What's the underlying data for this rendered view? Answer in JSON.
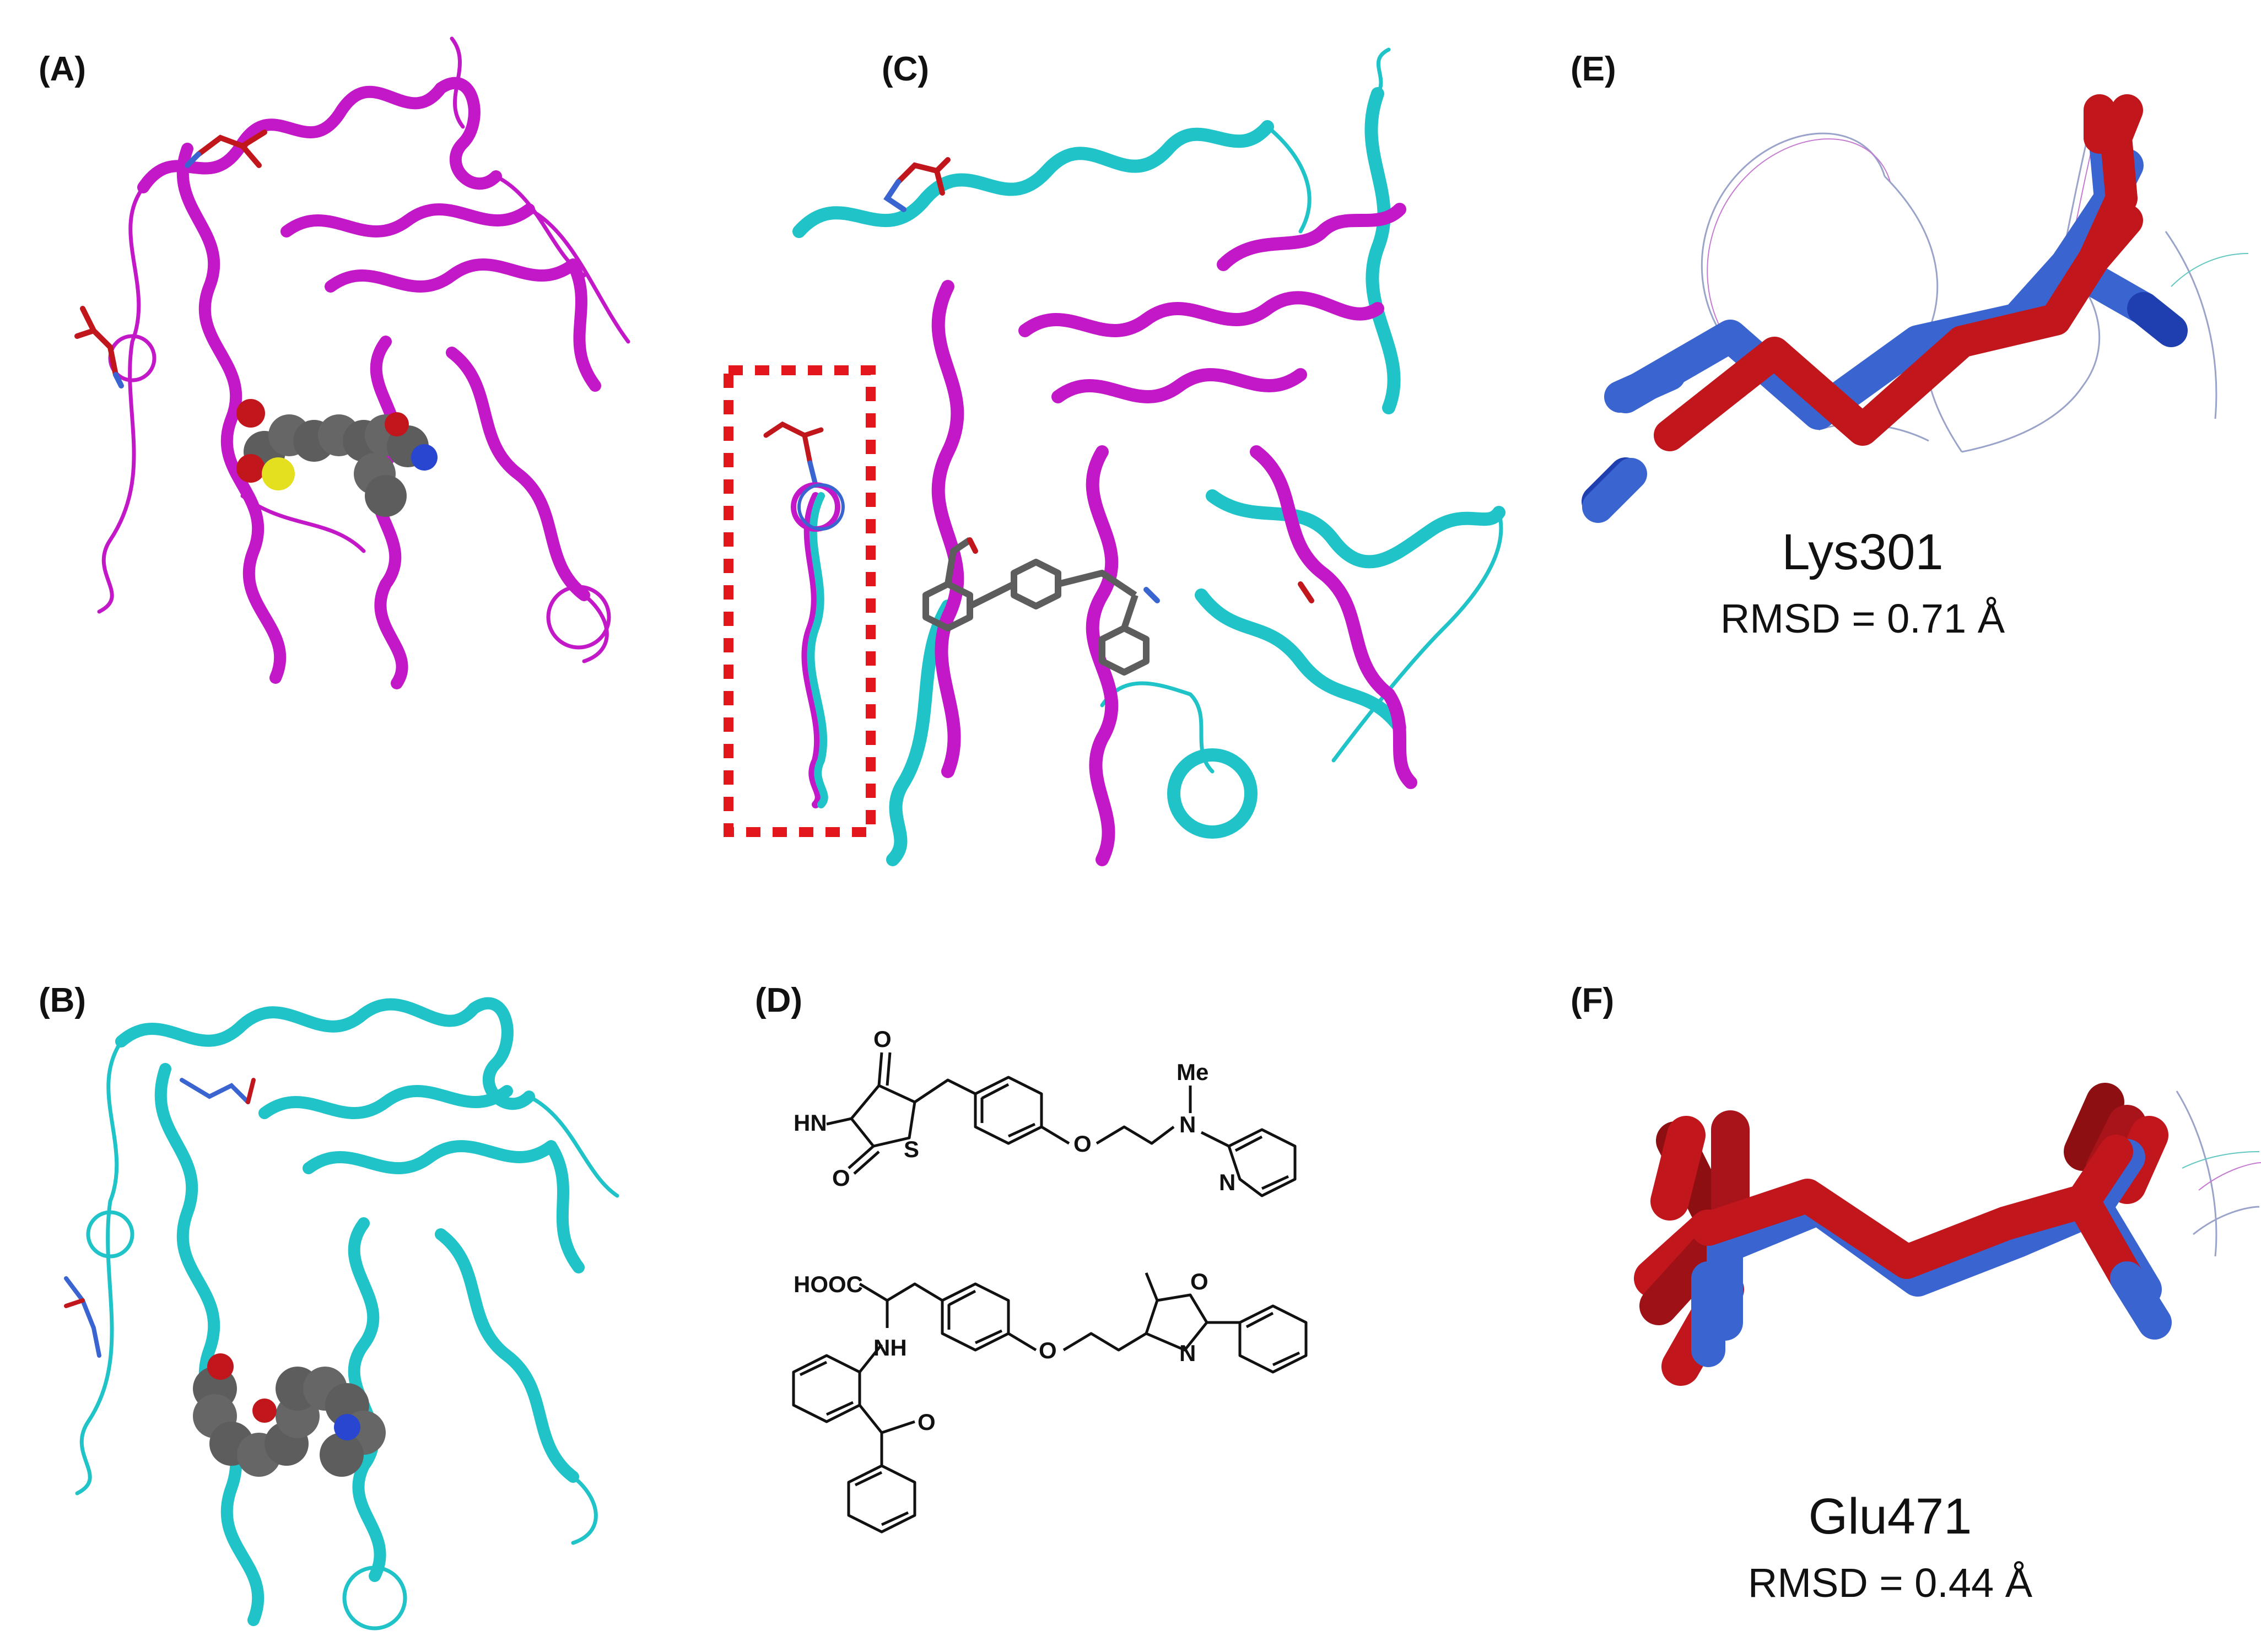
{
  "figure": {
    "panels": [
      {
        "id": "A",
        "label": "(A)"
      },
      {
        "id": "B",
        "label": "(B)"
      },
      {
        "id": "C",
        "label": "(C)"
      },
      {
        "id": "D",
        "label": "(D)"
      },
      {
        "id": "E",
        "label": "(E)",
        "residue": "Lys301",
        "rmsd": "RMSD = 0.71 Å"
      },
      {
        "id": "F",
        "label": "(F)",
        "residue": "Glu471",
        "rmsd": "RMSD = 0.44 Å"
      }
    ],
    "molecule1_atoms": {
      "o_top": "O",
      "hn": "HN",
      "s": "S",
      "o_bottom": "O",
      "o_ether": "O",
      "n_amine": "N",
      "methyl": "Me",
      "n_pyr": "N"
    },
    "molecule2_atoms": {
      "hooc": "HOOC",
      "nh": "NH",
      "o_ether": "O",
      "o_ox": "O",
      "n_ox": "N",
      "o_ketone": "O"
    },
    "colors": {
      "magenta_ribbon": "#c218c8",
      "cyan_ribbon": "#1fc3c8",
      "residue_red": "#c0161c",
      "residue_blue": "#3a64d0",
      "highlight_box": "#e3161c",
      "atom_gray": "#5d5d5d"
    }
  }
}
